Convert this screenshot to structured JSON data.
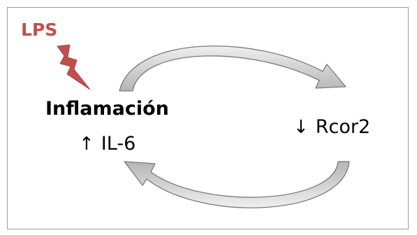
{
  "stimulus": {
    "label": "LPS",
    "icon": "lightning-bolt-icon",
    "color": "#c0504d"
  },
  "inflammation_node": {
    "title": "Inflamación",
    "marker": {
      "arrow": "↑",
      "label": "IL-6"
    }
  },
  "rcor2_node": {
    "arrow": "↓",
    "label": "Rcor2"
  },
  "cycle_arrows": [
    {
      "name": "top-curved-arrow",
      "from": "inflammation_node",
      "to": "rcor2_node"
    },
    {
      "name": "bottom-curved-arrow",
      "from": "rcor2_node",
      "to": "inflammation_node"
    }
  ],
  "colors": {
    "arrow_fill": "#c8c8c8",
    "arrow_stroke": "#7a7a7a",
    "text": "#000000",
    "border": "#9a9a9a"
  }
}
